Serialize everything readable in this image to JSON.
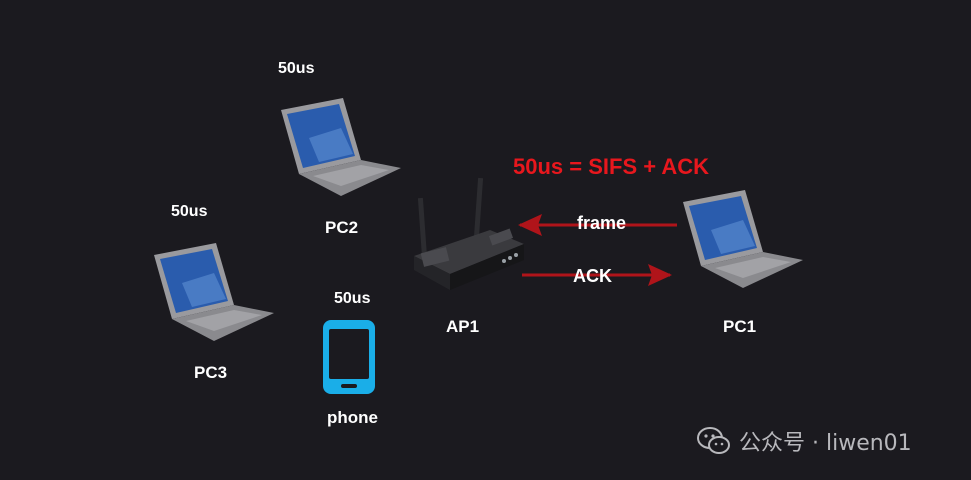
{
  "diagram": {
    "title": "50us = SIFS + ACK",
    "colors": {
      "background": "#1b1a1f",
      "arrow": "#b0141a",
      "title": "#e8171d",
      "phone": "#1aaee8",
      "laptop_body": "#8c8c90",
      "laptop_screen": "#2b5fb0"
    },
    "nodes": {
      "pc1": {
        "label": "PC1",
        "icon": "laptop-icon"
      },
      "pc2": {
        "label": "PC2",
        "timing": "50us",
        "icon": "laptop-icon"
      },
      "pc3": {
        "label": "PC3",
        "timing": "50us",
        "icon": "laptop-icon"
      },
      "phone": {
        "label": "phone",
        "timing": "50us",
        "icon": "smartphone-icon"
      },
      "ap1": {
        "label": "AP1",
        "icon": "wireless-router-icon"
      }
    },
    "arrows": {
      "frame": {
        "label": "frame",
        "direction": "PC1 to AP1"
      },
      "ack": {
        "label": "ACK",
        "direction": "AP1 to PC1"
      }
    }
  },
  "watermark": {
    "text": "公众号 · liwen01",
    "icon": "wechat-icon"
  }
}
